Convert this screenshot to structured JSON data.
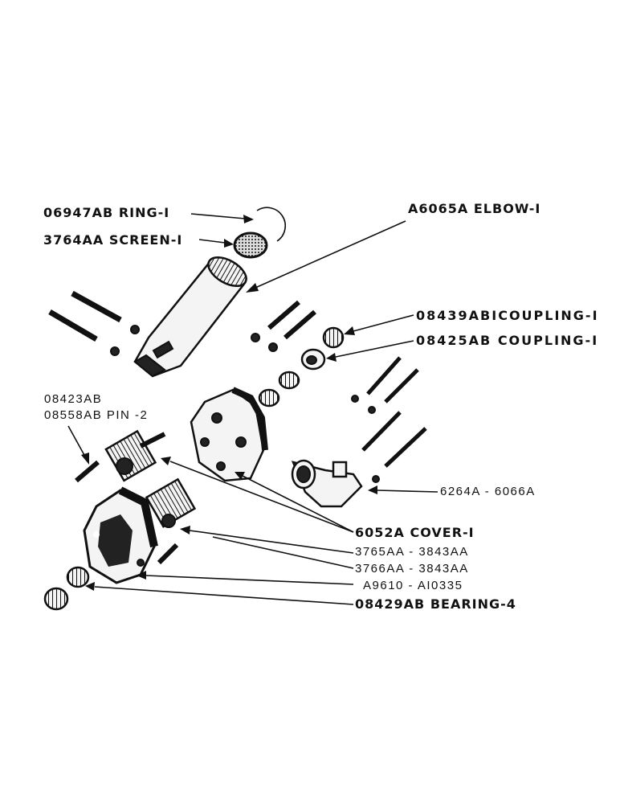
{
  "labels": {
    "ring": "06947AB RING-I",
    "screen": "3764AA SCREEN-I",
    "elbow": "A6065A ELBOW-I",
    "coupling_1": "08439ABICOUPLING-I",
    "coupling_2": "08425AB COUPLING-I",
    "pin_top": "08423AB",
    "pin": "08558AB PIN -2",
    "body": "6264A - 6066A",
    "cover": "6052A COVER-I",
    "gear_1": "3765AA - 3843AA",
    "gear_2": "3766AA - 3843AA",
    "housing": "A9610 - AI0335",
    "bearing": "08429AB BEARING-4"
  }
}
